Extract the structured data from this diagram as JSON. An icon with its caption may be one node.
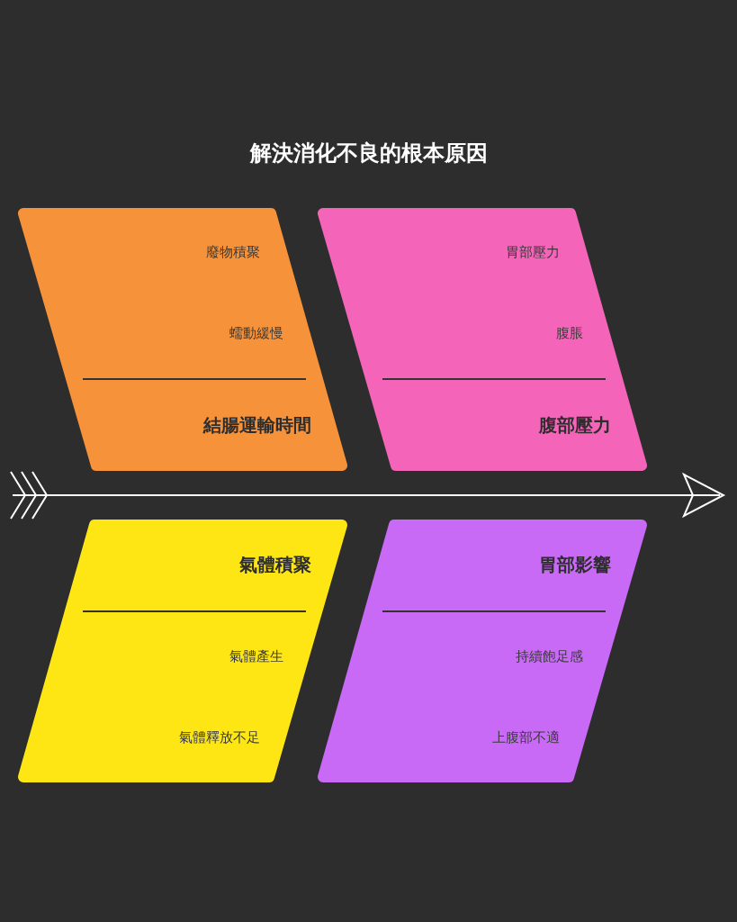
{
  "diagram": {
    "title": "解決消化不良的根本原因",
    "nodes": [
      {
        "text": [
          "廢物積聚",
          "蠕動緩慢",
          "結腸運輸時間"
        ]
      },
      {
        "text": [
          "胃部壓力",
          "腹脹",
          "腹部壓力"
        ]
      },
      {
        "text": [
          "氣體積聚",
          "氣體產生",
          "氣體釋放不足"
        ]
      },
      {
        "text": [
          "胃部影響",
          "持續飽足感",
          "上腹部不適"
        ]
      }
    ],
    "edges": []
  }
}
